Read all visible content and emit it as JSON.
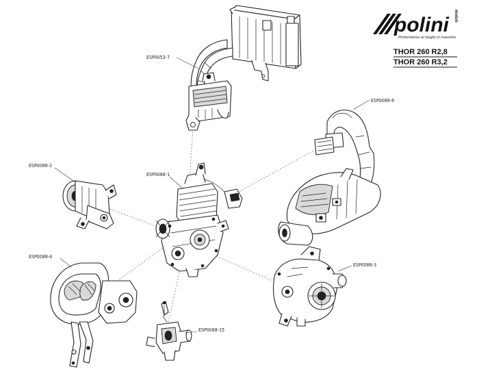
{
  "brand": {
    "logo_text": "polini",
    "logo_suffix": "motori",
    "tagline": "Performance al meglio in massimo"
  },
  "models": [
    "THOR 260 R2,8",
    "THOR 260 R3,2"
  ],
  "parts": {
    "radiator": "ESP0053-7",
    "exhaust": "ESP0088-6",
    "starter": "ESP0088-2",
    "engine": "ESP0088-1",
    "cover": "ESP0088-4",
    "ignition": "ESP0088-3",
    "carburetor": "ESP0088-15"
  }
}
